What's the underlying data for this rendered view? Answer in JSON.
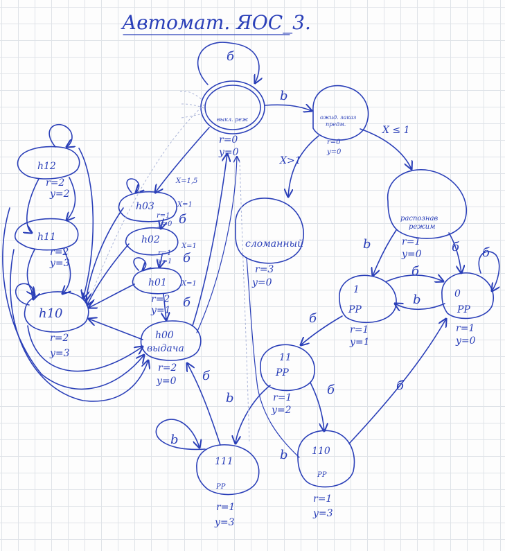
{
  "title": "Автомат. ЯОС_3.",
  "states": {
    "off": {
      "name": "выкл. реж",
      "out_r": "r=0",
      "out_y": "y=0"
    },
    "wait": {
      "name_l1": "ожид. заказ",
      "name_l2": "предм.",
      "out_r": "r=0",
      "out_y": "y=0"
    },
    "broken": {
      "name": "сломанный",
      "out_r": "r=3",
      "out_y": "y=0"
    },
    "recognize": {
      "name_l1": "распознав",
      "name_l2": "режим",
      "out_r": "r=1",
      "out_y": "y=0"
    },
    "s1": {
      "code": "1",
      "name": "PP",
      "out_r": "r=1",
      "out_y": "y=1"
    },
    "s0": {
      "code": "0",
      "name": "PP",
      "out_r": "r=1",
      "out_y": "y=0"
    },
    "s11": {
      "code": "11",
      "name": "PP",
      "out_r": "r=1",
      "out_y": "y=2"
    },
    "s110": {
      "code": "110",
      "name": "PP",
      "out_r": "r=1",
      "out_y": "y=3"
    },
    "s111": {
      "code": "111",
      "name": "PP",
      "out_r": "r=1",
      "out_y": "y=3"
    },
    "h12": {
      "name": "h12",
      "out_r": "r=2",
      "out_y": "y=2"
    },
    "h11": {
      "name": "h11",
      "out_r": "r=2",
      "out_y": "y=3"
    },
    "h10": {
      "name": "h10",
      "out_r": "r=2",
      "out_y": "y=3"
    },
    "h03": {
      "name": "h03",
      "out_r": "r=1",
      "out_y": "y=0"
    },
    "h02": {
      "name": "h02",
      "out_r": "r=1",
      "out_y": "y=1"
    },
    "h01": {
      "name": "h01",
      "out_r": "r=2",
      "out_y": "y=1"
    },
    "h00": {
      "name_l1": "h00",
      "name_l2": "выдача",
      "out_r": "r=2",
      "out_y": "y=0"
    }
  },
  "edge_labels": {
    "b": "b",
    "bbar": "б",
    "x_le_1": "X ≤ 1",
    "x_gt_1": "X>1",
    "x_15": "X=1,5",
    "x_1a": "X=1",
    "x_1b": "X=1",
    "x_1c": "X=1"
  }
}
